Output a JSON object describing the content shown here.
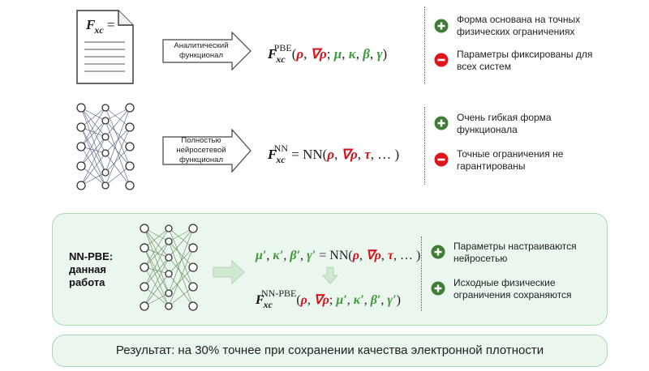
{
  "row1": {
    "doc_label": "F",
    "doc_label_sub": "xc",
    "doc_label_eq": " =",
    "arrow_text": "Аналитический функционал",
    "formula": {
      "f": "F",
      "sup": "PBE",
      "sub": "xc",
      "open": "(",
      "rho": "ρ",
      "comma1": ", ",
      "grad_rho": "∇ρ",
      "semi": "; ",
      "mu": "μ",
      "c2": ", ",
      "kappa": "κ",
      "c3": ", ",
      "beta": "β",
      "c4": ", ",
      "gamma": "γ",
      "close": ")"
    },
    "notes": [
      {
        "sign": "+",
        "text": "Форма основана на точных физических ограничениях"
      },
      {
        "sign": "−",
        "text": "Параметры фиксированы для всех систем"
      }
    ]
  },
  "row2": {
    "arrow_text": "Полностью нейросетевой функционал",
    "formula": {
      "f": "F",
      "sup": "NN",
      "sub": "xc",
      "eq": " = NN(",
      "rho": "ρ",
      "c1": ", ",
      "grad_rho": "∇ρ",
      "c2": ", ",
      "tau": "τ",
      "rest": ", … )"
    },
    "notes": [
      {
        "sign": "+",
        "text": "Очень гибкая форма функционала"
      },
      {
        "sign": "−",
        "text": "Точные ограничения не гарантированы"
      }
    ]
  },
  "row3": {
    "label": "NN-PBE: данная работа",
    "formula1": {
      "mu": "μ′",
      "c1": ", ",
      "kappa": "κ′",
      "c2": ", ",
      "beta": "β′",
      "c3": ", ",
      "gamma": "γ′",
      "eq": " = NN(",
      "rho": "ρ",
      "c4": ", ",
      "grad_rho": "∇ρ",
      "c5": ", ",
      "tau": "τ",
      "rest": ", … )"
    },
    "formula2": {
      "f": "F",
      "sup": "NN-PBE",
      "sub": "xc",
      "open": "(",
      "rho": "ρ",
      "c1": ", ",
      "grad_rho": "∇ρ",
      "semi": "; ",
      "mu": "μ′",
      "c2": ", ",
      "kappa": "κ′",
      "c3": ", ",
      "beta": "β′",
      "c4": ", ",
      "gamma": "γ′",
      "close": ")"
    },
    "notes": [
      {
        "sign": "+",
        "text": "Параметры настраиваются нейросетью"
      },
      {
        "sign": "+",
        "text": "Исходные физические ограничения сохраняются"
      }
    ]
  },
  "result": "Результат: на 30% точнее при сохранении качества электронной плотности",
  "colors": {
    "plus": "#3f7d34",
    "minus": "#e0141c",
    "panel_bg": "#eaf6ee",
    "panel_border": "#a8d8b4",
    "red": "#d4141c",
    "green": "#3f9a3a"
  }
}
